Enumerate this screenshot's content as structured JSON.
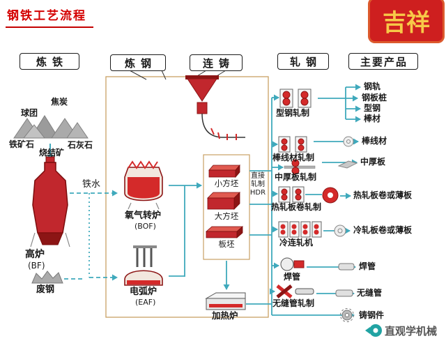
{
  "title": "钢铁工艺流程",
  "logo_text": "吉祥",
  "headers": {
    "ironmaking": "炼铁",
    "steelmaking": "炼钢",
    "casting": "连铸",
    "rolling": "轧钢",
    "products": "主要产品"
  },
  "materials": {
    "pellet": "球团",
    "coke": "焦炭",
    "iron_ore": "铁矿石",
    "sinter": "烧结矿",
    "limestone": "石灰石"
  },
  "ironmaking": {
    "furnace": "高炉",
    "furnace_abbr": "(BF)",
    "molten_iron": "铁水",
    "scrap": "废钢"
  },
  "steelmaking": {
    "bof": "氧气转炉",
    "bof_abbr": "(BOF)",
    "eaf": "电弧炉",
    "eaf_abbr": "(EAF)"
  },
  "casting": {
    "billet": "小方坯",
    "bloom": "大方坯",
    "slab": "板坯",
    "hdr": [
      "直接",
      "轧制",
      "HDR"
    ],
    "reheat_furnace": "加热炉"
  },
  "mills": [
    "型钢轧制",
    "棒线材轧制",
    "中厚板轧制",
    "热轧板卷轧制",
    "冷连轧机",
    "焊管",
    "无缝管轧制"
  ],
  "products": [
    "钢轨",
    "钢板桩",
    "型钢",
    "棒材",
    "棒线材",
    "中厚板",
    "热轧板卷或薄板",
    "冷轧板卷或薄板",
    "焊管",
    "无缝管",
    "铸钢件"
  ],
  "watermark": "直观学机械",
  "colors": {
    "accent_red": "#d40000",
    "flow_teal": "#3fa9bc",
    "frame_tan": "#c9a063",
    "furnace_red": "#c1272d"
  }
}
